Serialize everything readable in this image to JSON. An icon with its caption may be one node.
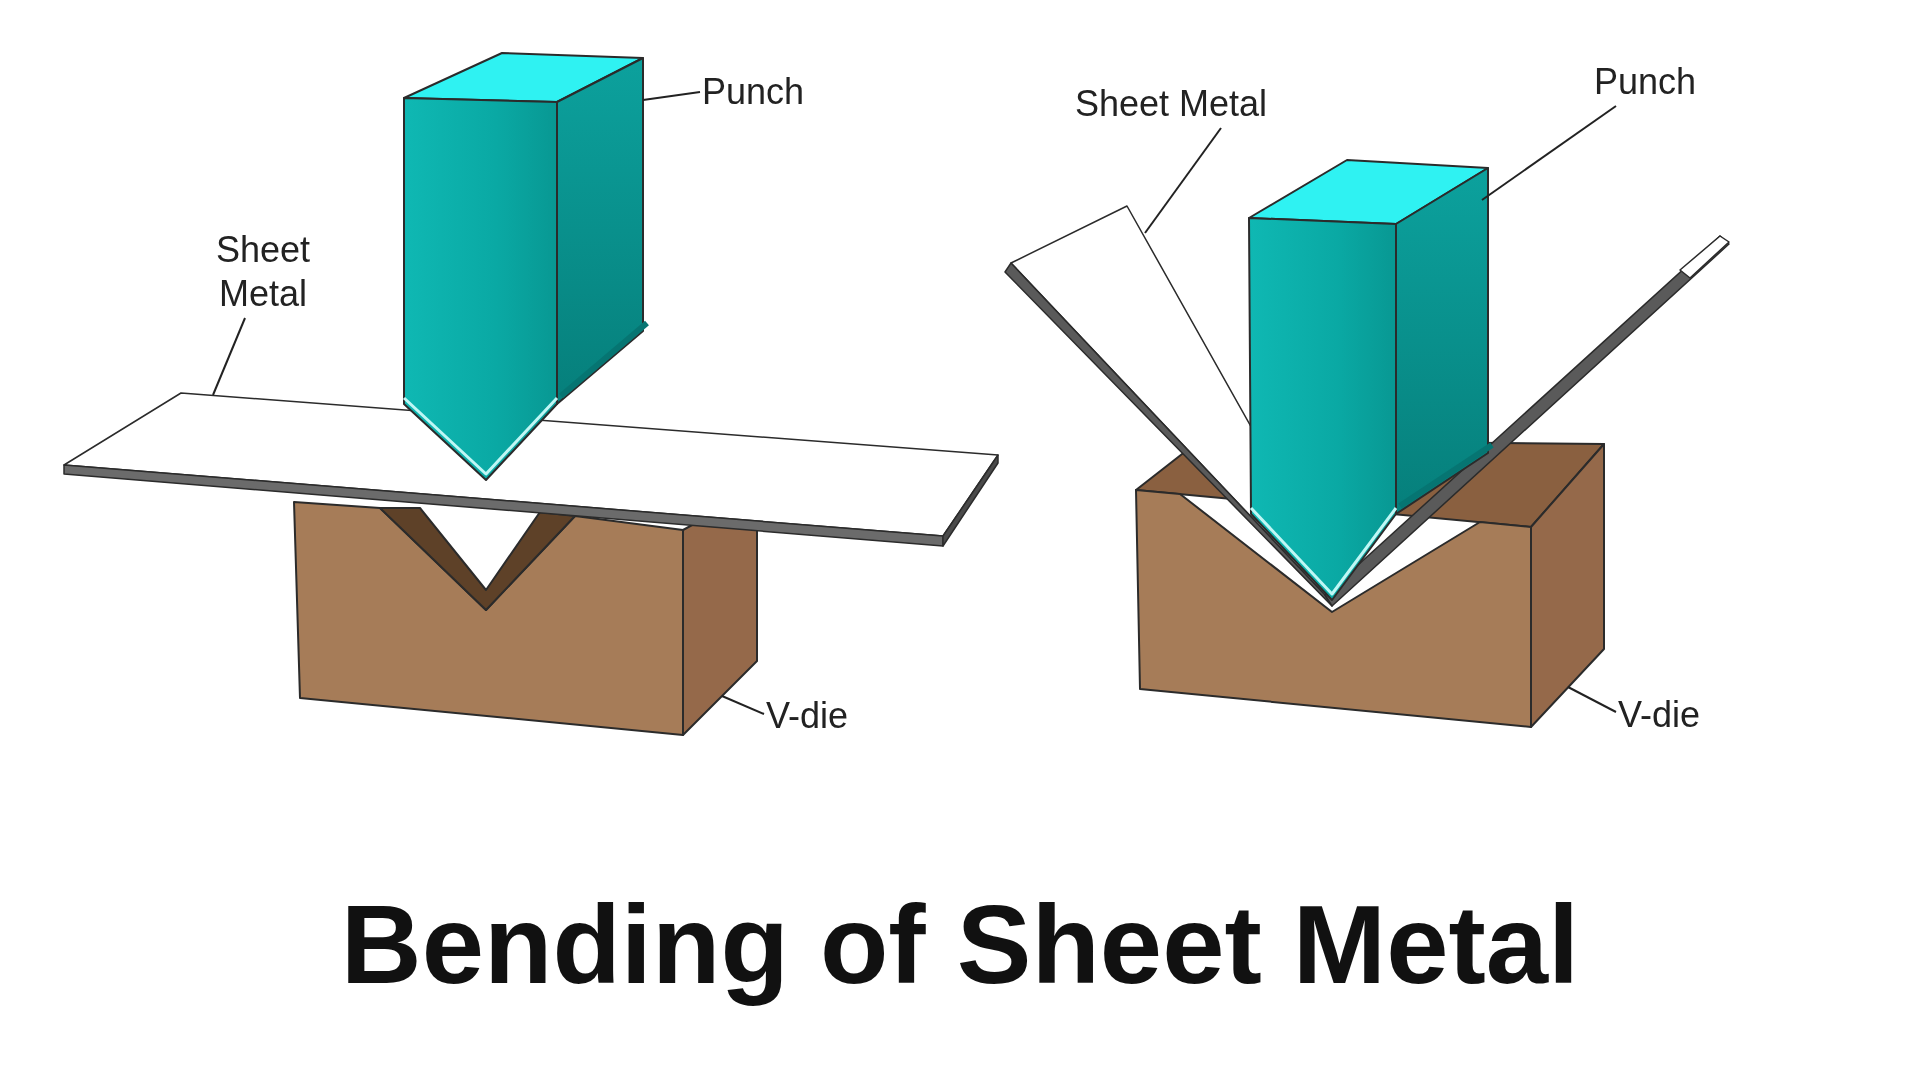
{
  "diagram": {
    "title": "Bending of Sheet Metal",
    "nodes": [
      {
        "text": [
          "Punch"
        ]
      },
      {
        "text": [
          "Sheet Metal"
        ]
      },
      {
        "text": [
          "V-die"
        ]
      },
      {
        "text": [
          "Sheet Metal"
        ]
      },
      {
        "text": [
          "Punch"
        ]
      },
      {
        "text": [
          "V-die"
        ]
      },
      {
        "text": [],
        "shape": "picture"
      },
      {
        "text": [],
        "shape": "picture"
      },
      {
        "text": [],
        "shape": "picture"
      },
      {
        "text": [],
        "shape": "picture"
      },
      {
        "text": [],
        "shape": "picture"
      },
      {
        "text": [],
        "shape": "picture"
      }
    ],
    "edges": [
      {
        "from": 0,
        "to": 6,
        "arrow": "none"
      },
      {
        "from": 1,
        "to": 7,
        "arrow": "none"
      },
      {
        "from": 2,
        "to": 8,
        "arrow": "none"
      },
      {
        "from": 3,
        "to": 9,
        "arrow": "none"
      },
      {
        "from": 4,
        "to": 10,
        "arrow": "none"
      },
      {
        "from": 5,
        "to": 11,
        "arrow": "none"
      }
    ]
  }
}
